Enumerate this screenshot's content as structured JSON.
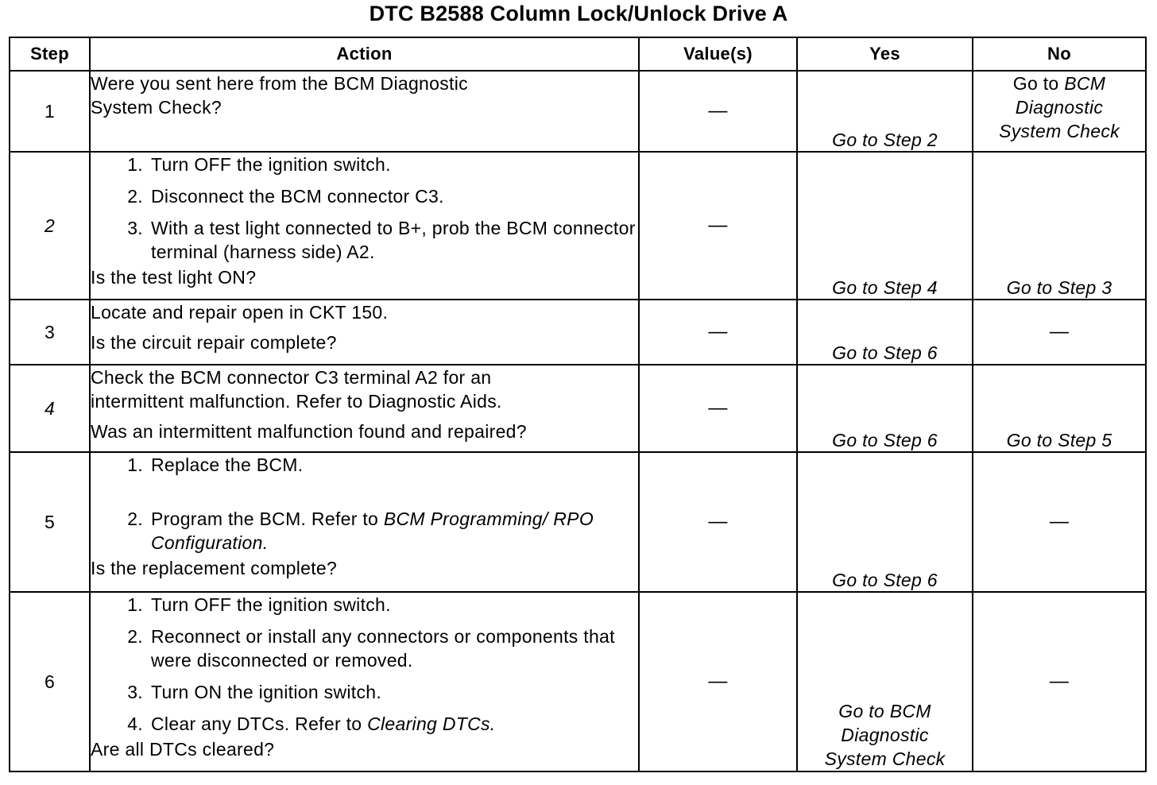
{
  "title": "DTC B2588 Column Lock/Unlock Drive A",
  "headers": {
    "step": "Step",
    "action": "Action",
    "values": "Value(s)",
    "yes": "Yes",
    "no": "No"
  },
  "rows": [
    {
      "step": "1",
      "action_text": [
        "Were you sent here from the BCM Diagnostic",
        "System Check?"
      ],
      "value": "—",
      "yes": "Go to Step 2",
      "no_prefix": "Go to ",
      "no_italic": "BCM",
      "no_line2": "Diagnostic",
      "no_line3": "System Check"
    },
    {
      "step": "2",
      "items": [
        {
          "n": "1.",
          "t": "Turn OFF the ignition switch."
        },
        {
          "n": "2.",
          "t": "Disconnect the BCM connector C3."
        },
        {
          "n": "3.",
          "t": "With a test light connected to B+, prob the BCM connector terminal (harness side) A2."
        }
      ],
      "question": "Is the test light ON?",
      "value": "—",
      "yes": "Go to Step 4",
      "no": "Go to Step 3"
    },
    {
      "step": "3",
      "line1": "Locate and repair open in CKT 150.",
      "question": "Is the circuit repair complete?",
      "value": "—",
      "yes": "Go to Step 6",
      "no": "—"
    },
    {
      "step": "4",
      "action_text": [
        "Check the BCM connector C3 terminal A2 for an",
        "intermittent malfunction. Refer to Diagnostic Aids."
      ],
      "question": "Was an intermittent malfunction found and repaired?",
      "value": "—",
      "yes": "Go to Step 6",
      "no": "Go to Step 5"
    },
    {
      "step": "5",
      "item1_n": "1.",
      "item1_t": "Replace the BCM.",
      "item2_n": "2.",
      "item2_t": "Program the BCM. Refer to ",
      "item2_i": "BCM Programming/ RPO Configuration.",
      "question": "Is the replacement complete?",
      "value": "—",
      "yes": "Go to Step 6",
      "no": "—"
    },
    {
      "step": "6",
      "items": [
        {
          "n": "1.",
          "t": "Turn OFF the ignition switch."
        },
        {
          "n": "2.",
          "t": "Reconnect or install any connectors or components that were disconnected or removed."
        },
        {
          "n": "3.",
          "t": "Turn ON the ignition switch."
        }
      ],
      "item4_n": "4.",
      "item4_t": "Clear any DTCs. Refer to ",
      "item4_i": "Clearing DTCs.",
      "question": "Are all DTCs cleared?",
      "value": "—",
      "yes_prefix": "Go to ",
      "yes_italic": "BCM",
      "yes_line2": "Diagnostic",
      "yes_line3": "System Check",
      "no": "—"
    }
  ]
}
